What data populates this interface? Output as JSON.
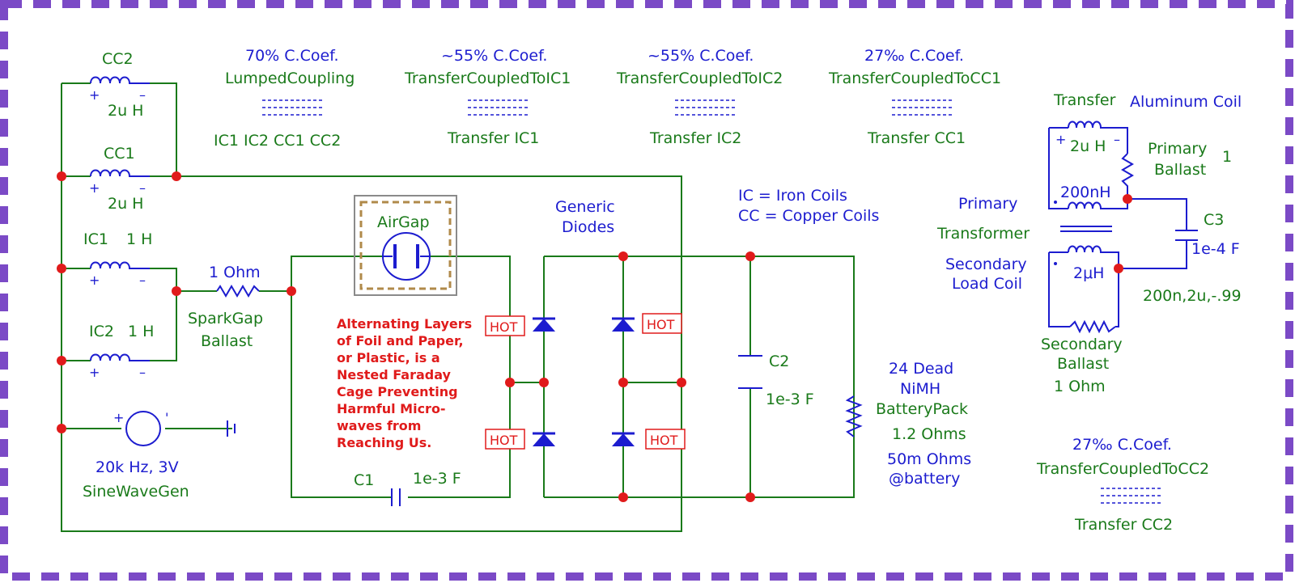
{
  "components": {
    "cc2": {
      "name": "CC2",
      "value": "2u H"
    },
    "cc1": {
      "name": "CC1",
      "value": "2u H"
    },
    "ic1": {
      "name": "IC1",
      "value": "1 H"
    },
    "ic2": {
      "name": "IC2",
      "value": "1 H"
    },
    "sparkgap_ballast": {
      "value": "1 Ohm",
      "name": "SparkGap",
      "name2": "Ballast"
    },
    "generator": {
      "freq": "20k Hz, 3V",
      "name": "SineWaveGen"
    },
    "airgap": {
      "name": "AirGap"
    },
    "diodes": {
      "line1": "Generic",
      "line2": "Diodes"
    },
    "hot_label": "HOT",
    "c1": {
      "name": "C1",
      "value": "1e-3 F"
    },
    "c2": {
      "name": "C2",
      "value": "1e-3 F"
    },
    "battery": {
      "line1": "24 Dead",
      "line2": "NiMH",
      "line3": "BatteryPack",
      "line4": "1.2 Ohms",
      "line5": "50m Ohms",
      "line6": "@battery"
    },
    "c3": {
      "name": "C3",
      "value": "1e-4 F",
      "params": "200n,2u,-.99"
    }
  },
  "warning": [
    "Alternating Layers",
    "of Foil and Paper,",
    "or Plastic, is a",
    "Nested Faraday",
    "Cage Preventing",
    "Harmful Micro-",
    "waves from",
    "Reaching Us."
  ],
  "couplings": [
    {
      "coef": "70% C.Coef.",
      "type": "LumpedCoupling",
      "target": "IC1 IC2 CC1 CC2"
    },
    {
      "coef": "~55% C.Coef.",
      "type": "TransferCoupledToIC1",
      "target": "Transfer IC1"
    },
    {
      "coef": "~55% C.Coef.",
      "type": "TransferCoupledToIC2",
      "target": "Transfer IC2"
    },
    {
      "coef": "27‰ C.Coef.",
      "type": "TransferCoupledToCC1",
      "target": "Transfer CC1"
    },
    {
      "coef": "27‰ C.Coef.",
      "type": "TransferCoupledToCC2",
      "target": "Transfer CC2"
    }
  ],
  "legend": {
    "ic": "IC = Iron Coils",
    "cc": "CC = Copper Coils"
  },
  "transfer": {
    "title": "Transfer",
    "aluminum": "Aluminum Coil",
    "coil_value": "2u H",
    "primary_ballast": "Primary",
    "primary_ballast2": "Ballast",
    "primary_ballast_val": "1",
    "primary_ind": "200nH",
    "primary": "Primary",
    "transformer": "Transformer",
    "secondary": "Secondary",
    "load_coil": "Load Coil",
    "secondary_ind": "2μH",
    "secondary_ballast": "Secondary",
    "secondary_ballast2": "Ballast",
    "secondary_ballast_val": "1 Ohm"
  },
  "colors": {
    "border": "#7b4ac6",
    "wire": "#1a7a1a",
    "component": "#1c1ccf",
    "node": "#e01b1b",
    "airgap_box": "#b08a4a"
  }
}
